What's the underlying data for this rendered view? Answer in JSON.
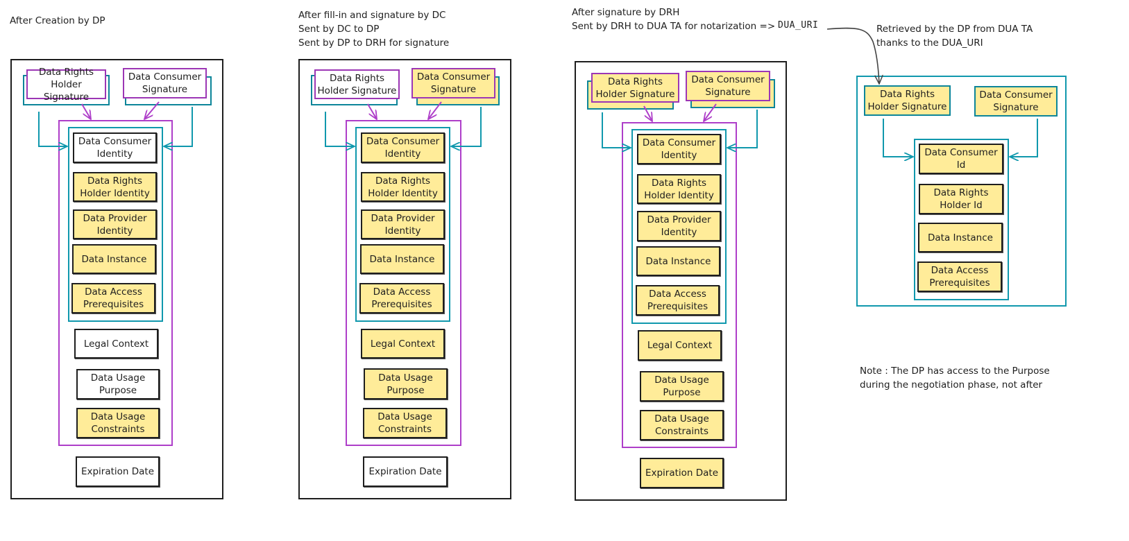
{
  "panels": [
    {
      "caption": "After Creation by DP",
      "sig_drh": "Data Rights\nHolder Signature",
      "sig_dc": "Data Consumer\nSignature",
      "items": [
        {
          "label": "Data Consumer\nIdentity",
          "filled": false
        },
        {
          "label": "Data Rights\nHolder Identity",
          "filled": true
        },
        {
          "label": "Data Provider\nIdentity",
          "filled": true
        },
        {
          "label": "Data Instance",
          "filled": true
        },
        {
          "label": "Data Access\nPrerequisites",
          "filled": true
        },
        {
          "label": "Legal Context",
          "filled": false
        },
        {
          "label": "Data Usage\nPurpose",
          "filled": false
        },
        {
          "label": "Data Usage\nConstraints",
          "filled": true
        },
        {
          "label": "Expiration Date",
          "filled": false
        }
      ]
    },
    {
      "caption": "After fill-in and signature by DC\nSent by DC to DP\nSent by DP to DRH for signature",
      "sig_drh": "Data Rights\nHolder Signature",
      "sig_dc": "Data Consumer\nSignature",
      "items": [
        {
          "label": "Data Consumer\nIdentity",
          "filled": true
        },
        {
          "label": "Data Rights\nHolder Identity",
          "filled": true
        },
        {
          "label": "Data Provider\nIdentity",
          "filled": true
        },
        {
          "label": "Data Instance",
          "filled": true
        },
        {
          "label": "Data Access\nPrerequisites",
          "filled": true
        },
        {
          "label": "Legal Context",
          "filled": true
        },
        {
          "label": "Data Usage\nPurpose",
          "filled": true
        },
        {
          "label": "Data Usage\nConstraints",
          "filled": true
        },
        {
          "label": "Expiration Date",
          "filled": false
        }
      ]
    },
    {
      "caption": "After signature by DRH\nSent by DRH to DUA TA for notarization =>",
      "uri_label": "DUA_URI",
      "sig_drh": "Data Rights\nHolder Signature",
      "sig_dc": "Data Consumer\nSignature",
      "items": [
        {
          "label": "Data Consumer\nIdentity",
          "filled": true
        },
        {
          "label": "Data Rights\nHolder Identity",
          "filled": true
        },
        {
          "label": "Data Provider\nIdentity",
          "filled": true
        },
        {
          "label": "Data Instance",
          "filled": true
        },
        {
          "label": "Data Access\nPrerequisites",
          "filled": true
        },
        {
          "label": "Legal Context",
          "filled": true
        },
        {
          "label": "Data Usage\nPurpose",
          "filled": true
        },
        {
          "label": "Data Usage\nConstraints",
          "filled": true
        },
        {
          "label": "Expiration Date",
          "filled": true
        }
      ]
    },
    {
      "caption": "Retrieved by the DP from DUA TA\nthanks to the DUA_URI",
      "sig_drh": "Data Rights\nHolder Signature",
      "sig_dc": "Data Consumer\nSignature",
      "items": [
        {
          "label": "Data Consumer\nId",
          "filled": true
        },
        {
          "label": "Data Rights\nHolder Id",
          "filled": true
        },
        {
          "label": "Data Instance",
          "filled": true
        },
        {
          "label": "Data Access\nPrerequisites",
          "filled": true
        }
      ],
      "note": "Note : The DP has access to the Purpose\nduring the negotiation phase, not after"
    }
  ],
  "colors": {
    "fill_yellow": "#ffec99",
    "stroke_dark": "#1e1e1e",
    "purple": "#ae3ec9",
    "teal": "#1098ad"
  }
}
